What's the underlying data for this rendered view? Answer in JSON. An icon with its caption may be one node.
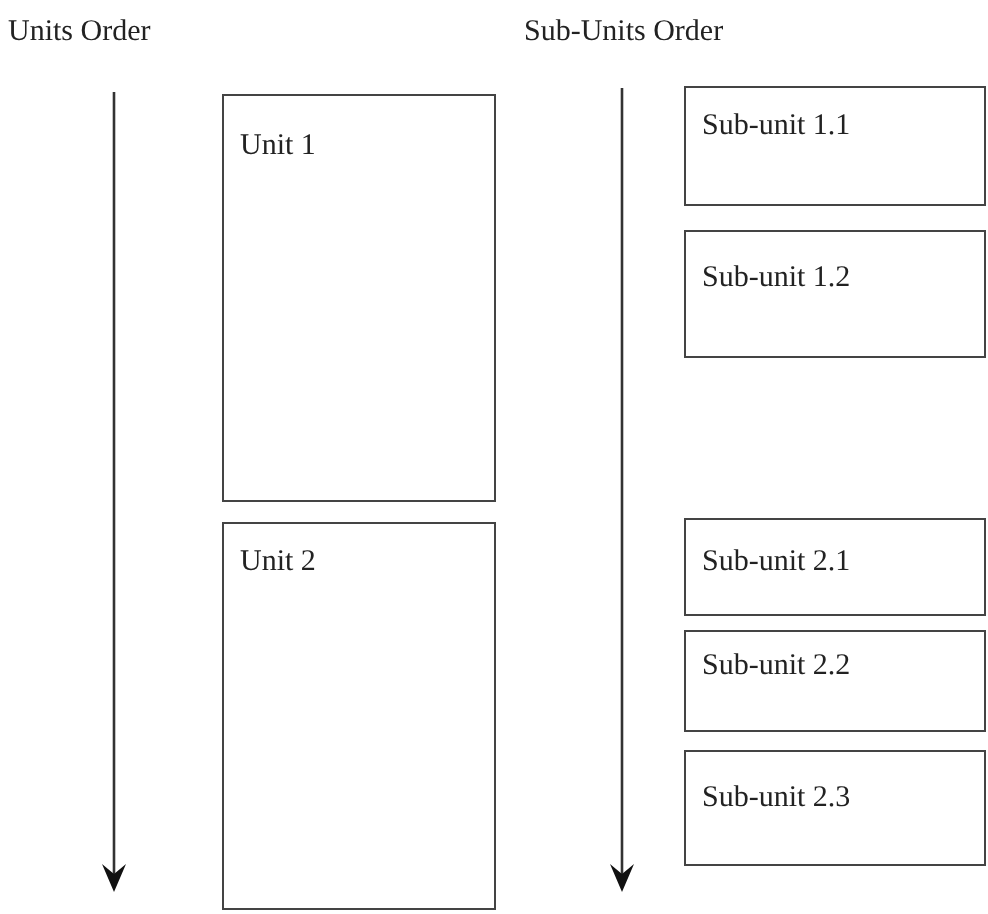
{
  "diagram": {
    "nodes": [
      {
        "text": [
          "Unit 1"
        ]
      },
      {
        "text": [
          "Unit 2"
        ]
      },
      {
        "text": [
          "Sub-unit 1.1"
        ]
      },
      {
        "text": [
          "Sub-unit 1.2"
        ]
      },
      {
        "text": [
          "Sub-unit 2.1"
        ]
      },
      {
        "text": [
          "Sub-unit 2.2"
        ]
      },
      {
        "text": [
          "Sub-unit 2.3"
        ]
      }
    ],
    "edges": [],
    "labels": [
      "Units Order",
      "Sub-Units Order"
    ]
  }
}
